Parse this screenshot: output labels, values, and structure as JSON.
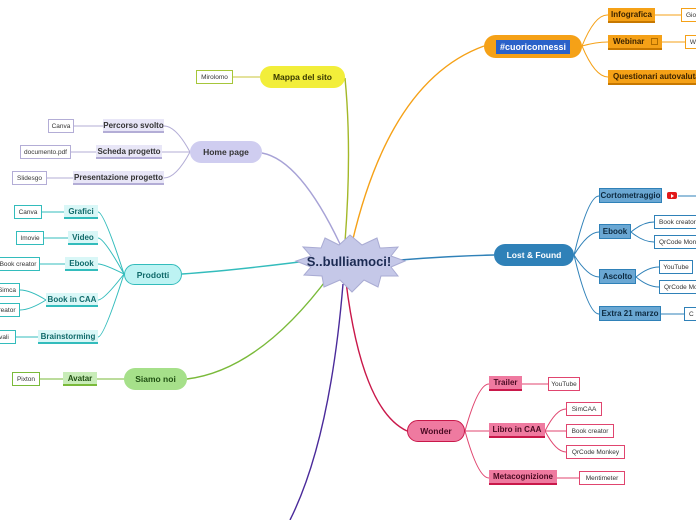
{
  "center": {
    "title": "S..bulliamoci!"
  },
  "map_site": {
    "label": "Mappa del sito",
    "leaf": "Mirolomo"
  },
  "home": {
    "label": "Home page",
    "items": [
      {
        "label": "Percorso svolto",
        "leaf": "Canva"
      },
      {
        "label": "Scheda progetto",
        "leaf": "documento.pdf"
      },
      {
        "label": "Presentazione progetto",
        "leaf": "Slidesgo"
      }
    ]
  },
  "products": {
    "label": "Prodotti",
    "items": [
      {
        "label": "Grafici",
        "leaves": [
          "Canva"
        ]
      },
      {
        "label": "Video",
        "leaves": [
          "Imovie"
        ]
      },
      {
        "label": "Ebook",
        "leaves": [
          "Book creator"
        ]
      },
      {
        "label": "Book in CAA",
        "leaves": [
          "Simca",
          "reator"
        ]
      },
      {
        "label": "Brainstorming",
        "leaves": [
          "vali"
        ]
      }
    ]
  },
  "about": {
    "label": "Siamo noi",
    "item": "Avatar",
    "leaf": "Pixton"
  },
  "cuori": {
    "label": "#cuoriconnessi",
    "items": [
      {
        "label": "Infografica",
        "leaf": "Gio"
      },
      {
        "label": "Webinar",
        "leaf": "W"
      },
      {
        "label": "Questionari autovalutaz"
      }
    ]
  },
  "lost": {
    "label": "Lost & Found",
    "items": [
      {
        "label": "Cortometraggio",
        "leaves": []
      },
      {
        "label": "Ebook",
        "leaves": [
          "Book creator",
          "QrCode Monk"
        ]
      },
      {
        "label": "Ascolto",
        "leaves": [
          "YouTube",
          "QrCode Mo"
        ]
      },
      {
        "label": "Extra 21 marzo",
        "leaves": [
          "C"
        ]
      }
    ]
  },
  "wonder": {
    "label": "Wonder",
    "items": [
      {
        "label": "Trailer",
        "leaves": [
          "YouTube"
        ]
      },
      {
        "label": "Libro in CAA",
        "leaves": [
          "SimCAA",
          "Book creator",
          "QrCode Monkey"
        ]
      },
      {
        "label": "Metacognizione",
        "leaves": [
          "Mentimeter"
        ]
      }
    ]
  },
  "colors": {
    "center_fill": "#c5c8e8",
    "yellow": "#f2ee3a",
    "lavender": "#cfcdf0",
    "cyan": "#bdf3f3",
    "green": "#a6e08a",
    "orange": "#f5a117",
    "blue": "#2f81b8",
    "pink": "#ef7aa0"
  }
}
